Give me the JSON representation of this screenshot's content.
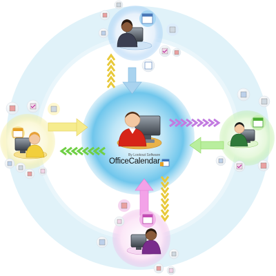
{
  "brand": {
    "byline": "By Lookout Software",
    "name": "OfficeCalendar"
  },
  "colors": {
    "center_glow": "#6fc6ec",
    "ring": "#cfeaf6",
    "top_user_accent": "#8fc3f2",
    "left_user_accent": "#f3ea8a",
    "right_user_accent": "#b6ec9a",
    "bottom_user_accent": "#eeb5e6",
    "center_user_shirt": "#d62418",
    "arrow_blue": "#a9d3ef",
    "arrow_yellow": "#f2e04a",
    "arrow_green": "#8fd860",
    "arrow_pink": "#f08ae0",
    "arrow_purple": "#c98ae6"
  },
  "nodes": [
    {
      "id": "center",
      "role": "server",
      "icon": "person-at-computer-icon"
    },
    {
      "id": "top",
      "role": "client",
      "icon": "person-at-computer-icon"
    },
    {
      "id": "left",
      "role": "client",
      "icon": "person-at-computer-icon"
    },
    {
      "id": "right",
      "role": "client",
      "icon": "person-at-computer-icon"
    },
    {
      "id": "bottom",
      "role": "client",
      "icon": "person-at-computer-icon"
    }
  ],
  "edges": [
    {
      "from": "top",
      "to": "center",
      "style": "solid-arrow",
      "color": "arrow_blue"
    },
    {
      "from": "center",
      "to": "top",
      "style": "chevron-chain",
      "color": "arrow_yellow"
    },
    {
      "from": "left",
      "to": "center",
      "style": "solid-arrow",
      "color": "arrow_yellow"
    },
    {
      "from": "center",
      "to": "left",
      "style": "chevron-chain",
      "color": "arrow_green"
    },
    {
      "from": "right",
      "to": "center",
      "style": "solid-arrow",
      "color": "arrow_green"
    },
    {
      "from": "center",
      "to": "right",
      "style": "chevron-chain",
      "color": "arrow_purple"
    },
    {
      "from": "bottom",
      "to": "center",
      "style": "solid-arrow",
      "color": "arrow_pink"
    },
    {
      "from": "center",
      "to": "bottom",
      "style": "chevron-chain",
      "color": "arrow_yellow"
    }
  ],
  "item_icons": [
    "contacts-icon",
    "tasks-icon",
    "calendar-icon",
    "note-icon"
  ]
}
